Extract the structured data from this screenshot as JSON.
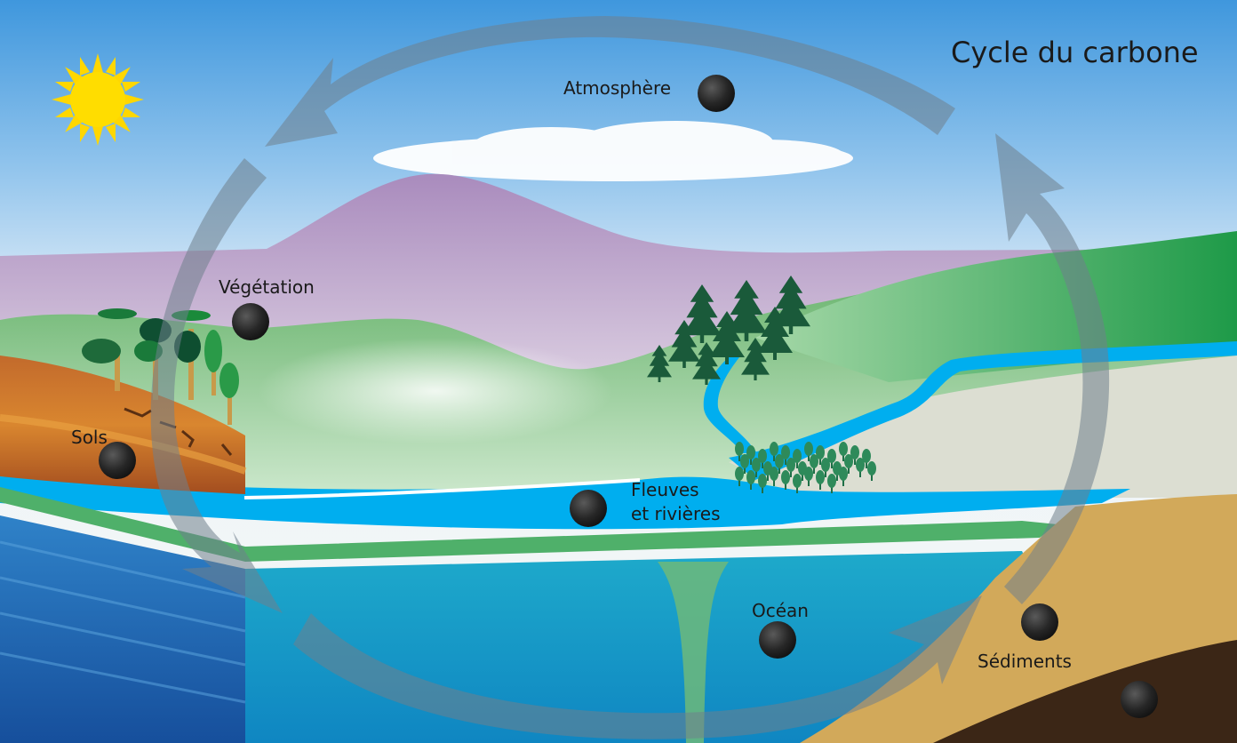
{
  "title": "Cycle du carbone",
  "reservoirs": {
    "atmosphere": "Atmosphère",
    "vegetation": "Végétation",
    "sols": "Sols",
    "fleuves_line1": "Fleuves",
    "fleuves_line2": "et rivières",
    "ocean": "Océan",
    "sediments": "Sédiments"
  },
  "colors": {
    "sky_top": "#3f97dd",
    "sky_bottom": "#eef4fa",
    "mountain": "#b79cc8",
    "hills": "#74b66c",
    "river": "#00aeef",
    "ocean_deep": "#1c5fae",
    "ocean_shelf": "#1ea8c6",
    "soil": "#b45f2a",
    "sediment": "#d2a95a",
    "bedrock": "#3b2616",
    "arrow": "#6f7f8c",
    "reservoir_dot": "#222222",
    "sun": "#ffdd00"
  },
  "icons": [
    "sun-icon",
    "cloud-icon",
    "conifer-tree-icon",
    "deciduous-tree-icon",
    "cycle-arrow-icon",
    "reservoir-dot-icon"
  ]
}
